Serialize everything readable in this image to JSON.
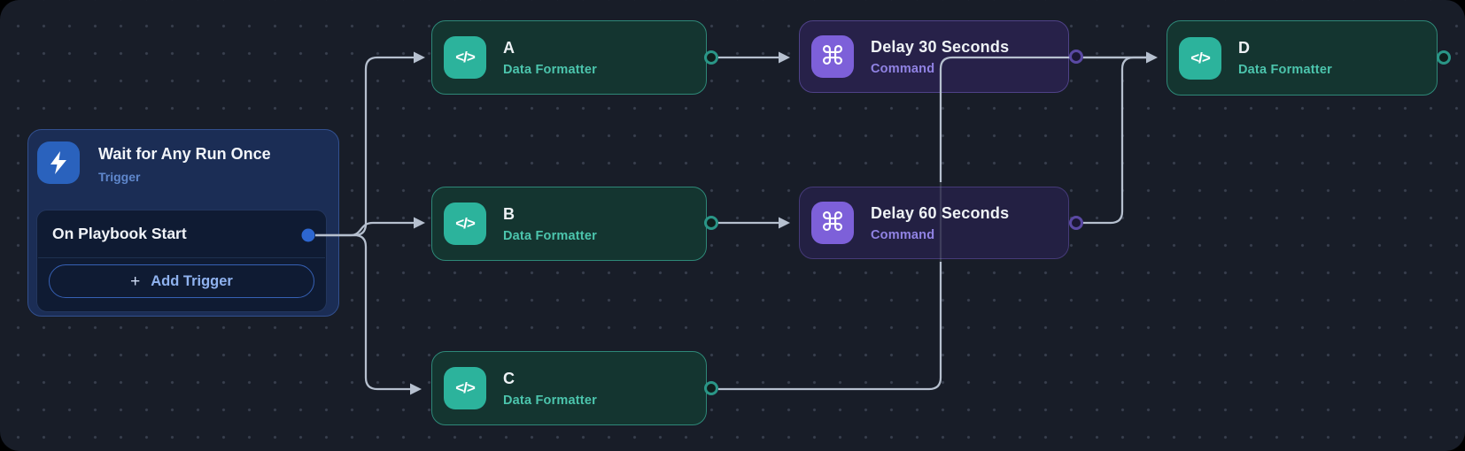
{
  "app": {
    "view": "playbook-workflow-canvas"
  },
  "trigger_card": {
    "title": "Wait for Any Run Once",
    "type_label": "Trigger",
    "event_label": "On Playbook Start",
    "add_button": {
      "plus": "+",
      "label": "Add Trigger"
    }
  },
  "nodes": [
    {
      "id": "A",
      "title": "A",
      "subtitle": "Data Formatter",
      "kind": "formatter"
    },
    {
      "id": "B",
      "title": "B",
      "subtitle": "Data Formatter",
      "kind": "formatter"
    },
    {
      "id": "C",
      "title": "C",
      "subtitle": "Data Formatter",
      "kind": "formatter"
    },
    {
      "id": "delay30",
      "title": "Delay 30 Seconds",
      "subtitle": "Command",
      "kind": "command"
    },
    {
      "id": "delay60",
      "title": "Delay 60 Seconds",
      "subtitle": "Command",
      "kind": "command"
    },
    {
      "id": "D",
      "title": "D",
      "subtitle": "Data Formatter",
      "kind": "formatter"
    }
  ],
  "icons": {
    "formatter_glyph": "</>",
    "command_glyph": "⌘",
    "trigger_icon": "lightning-bolt"
  },
  "edges": [
    "trigger->A",
    "trigger->B",
    "trigger->C",
    "A->delay30",
    "B->delay60",
    "C->D",
    "delay30->D",
    "delay60->D"
  ],
  "colors": {
    "canvas_bg": "#181d28",
    "edge_line": "#b6c0cf",
    "teal_accent": "#2cb39c",
    "teal_node_bg": "#143530",
    "teal_border": "#2e8878",
    "teal_subtitle": "#4cc5ad",
    "purple_accent": "#7d60d9",
    "purple_node_bg": "#262048",
    "purple_border": "#4b3f82",
    "purple_subtitle": "#9183e4",
    "blue_accent": "#2a62bd",
    "trigger_card_bg": "#1b2d55",
    "trigger_subtitle": "#5f87cc",
    "output_dot_blue": "#2d66cf"
  }
}
